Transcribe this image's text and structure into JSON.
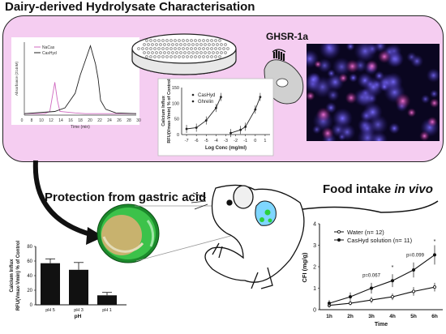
{
  "title": "Dairy-derived Hydrolysate Characterisation",
  "ghsr_label": "GHSR-1a",
  "protection_title": "Protection from gastric acid",
  "food_intake_title_prefix": "Food intake ",
  "food_intake_title_italic": "in vivo",
  "colors": {
    "panel_bg": "#f5cdf1",
    "black": "#000000",
    "green": "#3cc24a",
    "tan": "#c8b26e"
  },
  "chart_data": [
    {
      "id": "chromatogram",
      "type": "line",
      "xlabel": "Time (min)",
      "ylabel": "Absorbance (214nM)",
      "xticks": [
        "0",
        "8",
        "10",
        "12",
        "14",
        "16",
        "18",
        "20",
        "22",
        "24",
        "26",
        "28",
        "30"
      ],
      "legend": [
        "NaCas",
        "CasHyd"
      ],
      "series": [
        {
          "name": "NaCas",
          "x": [
            8,
            12,
            13,
            13.5,
            14,
            14.5,
            15,
            18,
            20,
            30
          ],
          "y": [
            0.02,
            0.02,
            0.05,
            0.25,
            0.45,
            0.2,
            0.05,
            0.03,
            0.02,
            0.02
          ]
        },
        {
          "name": "CasHyd",
          "x": [
            8,
            14,
            16,
            18,
            19,
            20,
            21,
            22,
            22.5,
            23,
            24,
            26,
            30
          ],
          "y": [
            0.02,
            0.05,
            0.1,
            0.3,
            0.55,
            0.75,
            0.95,
            0.7,
            0.5,
            0.2,
            0.08,
            0.03,
            0.02
          ]
        }
      ]
    },
    {
      "id": "calcium-dose-response",
      "type": "scatter",
      "xlabel": "Log Conc (mg/ml)",
      "ylabel_line1": "Calcium Influx",
      "ylabel_line2": "RFU(Vmax-Vmin) % of Control",
      "xticks": [
        "-7",
        "-6",
        "-5",
        "-4",
        "-3",
        "-2",
        "-1",
        "0",
        "1"
      ],
      "yticks": [
        "0",
        "50",
        "100",
        "150"
      ],
      "ylim": [
        0,
        150
      ],
      "xlim": [
        -7.5,
        1.5
      ],
      "legend": [
        "CasHyd",
        "Ghrelin"
      ],
      "series": [
        {
          "name": "Ghrelin",
          "x": [
            -7,
            -6,
            -5,
            -4,
            -3.5
          ],
          "y": [
            18,
            22,
            45,
            85,
            120
          ]
        },
        {
          "name": "CasHyd",
          "x": [
            -2.5,
            -1.5,
            -1,
            0,
            0.5
          ],
          "y": [
            5,
            15,
            25,
            80,
            120
          ]
        }
      ]
    },
    {
      "id": "ph-bar",
      "type": "bar",
      "ylabel_line1": "Calcium Influx",
      "ylabel_line2": "RFU(Vmax-Vmin) % of Control",
      "xlabel": "pH",
      "categories": [
        "pH 5",
        "pH 3",
        "pH 1"
      ],
      "values": [
        57,
        48,
        13
      ],
      "errors": [
        6,
        10,
        4
      ],
      "yticks": [
        "0",
        "20",
        "40",
        "60",
        "80"
      ],
      "ylim": [
        0,
        80
      ]
    },
    {
      "id": "cfi-line",
      "type": "line",
      "ylabel": "CFI (mg/g)",
      "xlabel": "Time",
      "categories": [
        "1h",
        "2h",
        "3h",
        "4h",
        "5h",
        "6h"
      ],
      "yticks": [
        "0",
        "1",
        "2",
        "3",
        "4"
      ],
      "ylim": [
        0,
        4
      ],
      "legend": [
        "Water (n= 12)",
        "CasHyd solution (n= 11)"
      ],
      "series": [
        {
          "name": "Water (n= 12)",
          "values": [
            0.2,
            0.3,
            0.45,
            0.6,
            0.85,
            1.05
          ],
          "errors": [
            0.1,
            0.1,
            0.15,
            0.15,
            0.2,
            0.2
          ]
        },
        {
          "name": "CasHyd solution (n= 11)",
          "values": [
            0.3,
            0.6,
            1.0,
            1.35,
            1.85,
            2.55
          ],
          "errors": [
            0.15,
            0.2,
            0.25,
            0.3,
            0.35,
            0.45
          ]
        }
      ],
      "annotations": [
        "p=0.067",
        "*",
        "p=0.099",
        "*"
      ]
    }
  ]
}
